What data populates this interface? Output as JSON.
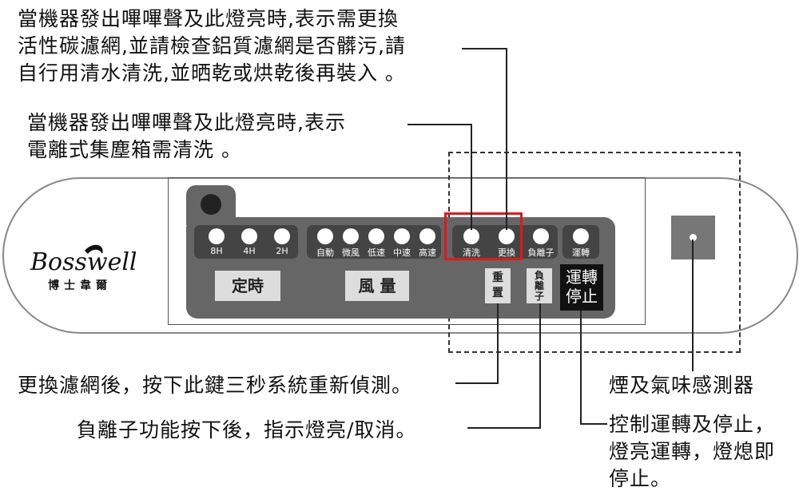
{
  "callouts": {
    "filter_line1": "當機器發出嗶嗶聲及此燈亮時,表示需更換",
    "filter_line2": "活性碳濾網,並請檢查鋁質濾網是否髒污,請",
    "filter_line3": "自行用清水清洗,並晒乾或烘乾後再裝入 。",
    "clean_line1": "當機器發出嗶嗶聲及此燈亮時,表示",
    "clean_line2": "電離式集塵箱需清洗 。",
    "reset": "更換濾網後，按下此鍵三秒系統重新偵測。",
    "ion": "負離子功能按下後，指示燈亮/取消。",
    "sensor": "煙及氣味感測器",
    "run_line1": "控制運轉及停止，",
    "run_line2": "燈亮運轉，燈熄即",
    "run_line3": "停止。"
  },
  "logo": {
    "brand": "Bosswell",
    "chinese": "博士韋爾"
  },
  "timer_leds": [
    "8H",
    "4H",
    "2H"
  ],
  "speed_leds": [
    "自動",
    "微風",
    "低速",
    "中速",
    "高速"
  ],
  "status_leds": [
    "清洗",
    "更換",
    "負離子",
    "運轉"
  ],
  "buttons": {
    "timer": "定時",
    "fan": "風 量",
    "reset_top": "重",
    "reset_bottom": "置",
    "ion_1": "負",
    "ion_2": "離",
    "ion_3": "子",
    "run_top": "運轉",
    "run_bottom": "停止"
  },
  "colors": {
    "panel": "#666666",
    "group": "#444444",
    "highlight": "#e01818",
    "run_button": "#111111"
  }
}
